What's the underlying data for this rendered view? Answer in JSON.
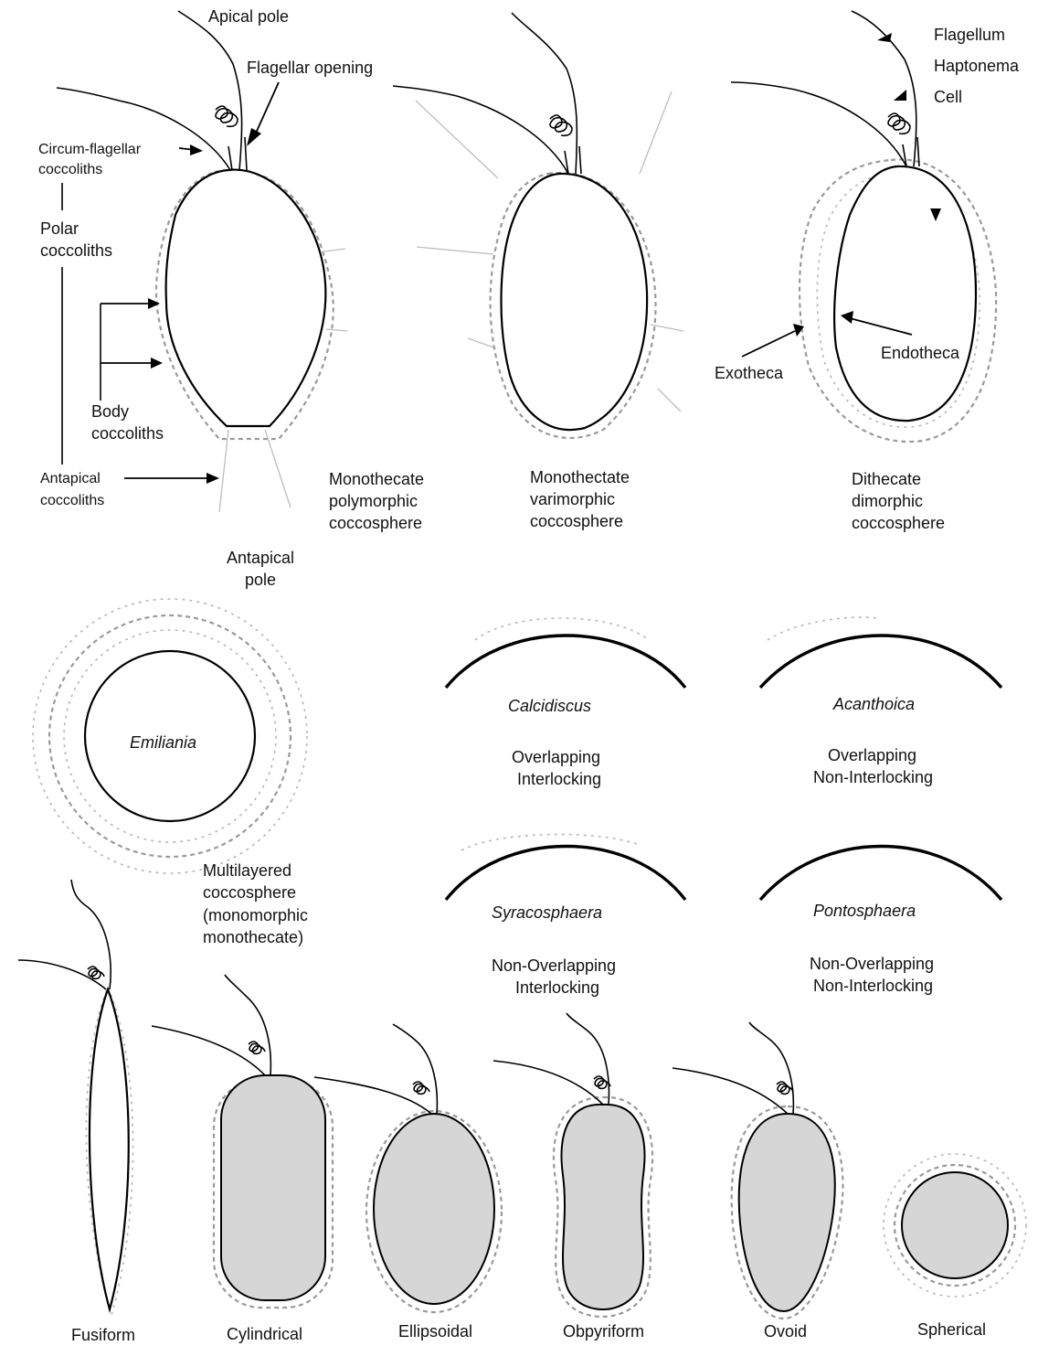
{
  "top": {
    "apical_pole": "Apical pole",
    "flagellar_opening": "Flagellar opening",
    "circum_flagellar_1": "Circum-flagellar",
    "circum_flagellar_2": "coccoliths",
    "polar_1": "Polar",
    "polar_2": "coccoliths",
    "body_1": "Body",
    "body_2": "coccoliths",
    "antapical_1": "Antapical",
    "antapical_2": "coccoliths",
    "antapical_pole_1": "Antapical",
    "antapical_pole_2": "pole",
    "mono_poly": [
      "Monothecate",
      "polymorphic",
      "coccosphere"
    ],
    "mono_vari": [
      "Monothectate",
      "varimorphic",
      "coccosphere"
    ],
    "di_di": [
      "Dithecate",
      "dimorphic",
      "coccosphere"
    ],
    "flagellum": "Flagellum",
    "haptonema": "Haptonema",
    "cell": "Cell",
    "exotheca": "Exotheca",
    "endotheca": "Endotheca"
  },
  "middle": {
    "emiliania": "Emiliania",
    "multilayered": [
      "Multilayered",
      "coccosphere",
      "(monomorphic",
      "monothecate)"
    ],
    "panels": [
      {
        "genus": "Calcidiscus",
        "line1": "Overlapping",
        "line2": "Interlocking"
      },
      {
        "genus": "Acanthoica",
        "line1": "Overlapping",
        "line2": "Non-Interlocking"
      },
      {
        "genus": "Syracosphaera",
        "line1": "Non-Overlapping",
        "line2": "Interlocking"
      },
      {
        "genus": "Pontosphaera",
        "line1": "Non-Overlapping",
        "line2": "Non-Interlocking"
      }
    ]
  },
  "shapes": [
    "Fusiform",
    "Cylindrical",
    "Ellipsoidal",
    "Obpyriform",
    "Ovoid",
    "Spherical"
  ]
}
